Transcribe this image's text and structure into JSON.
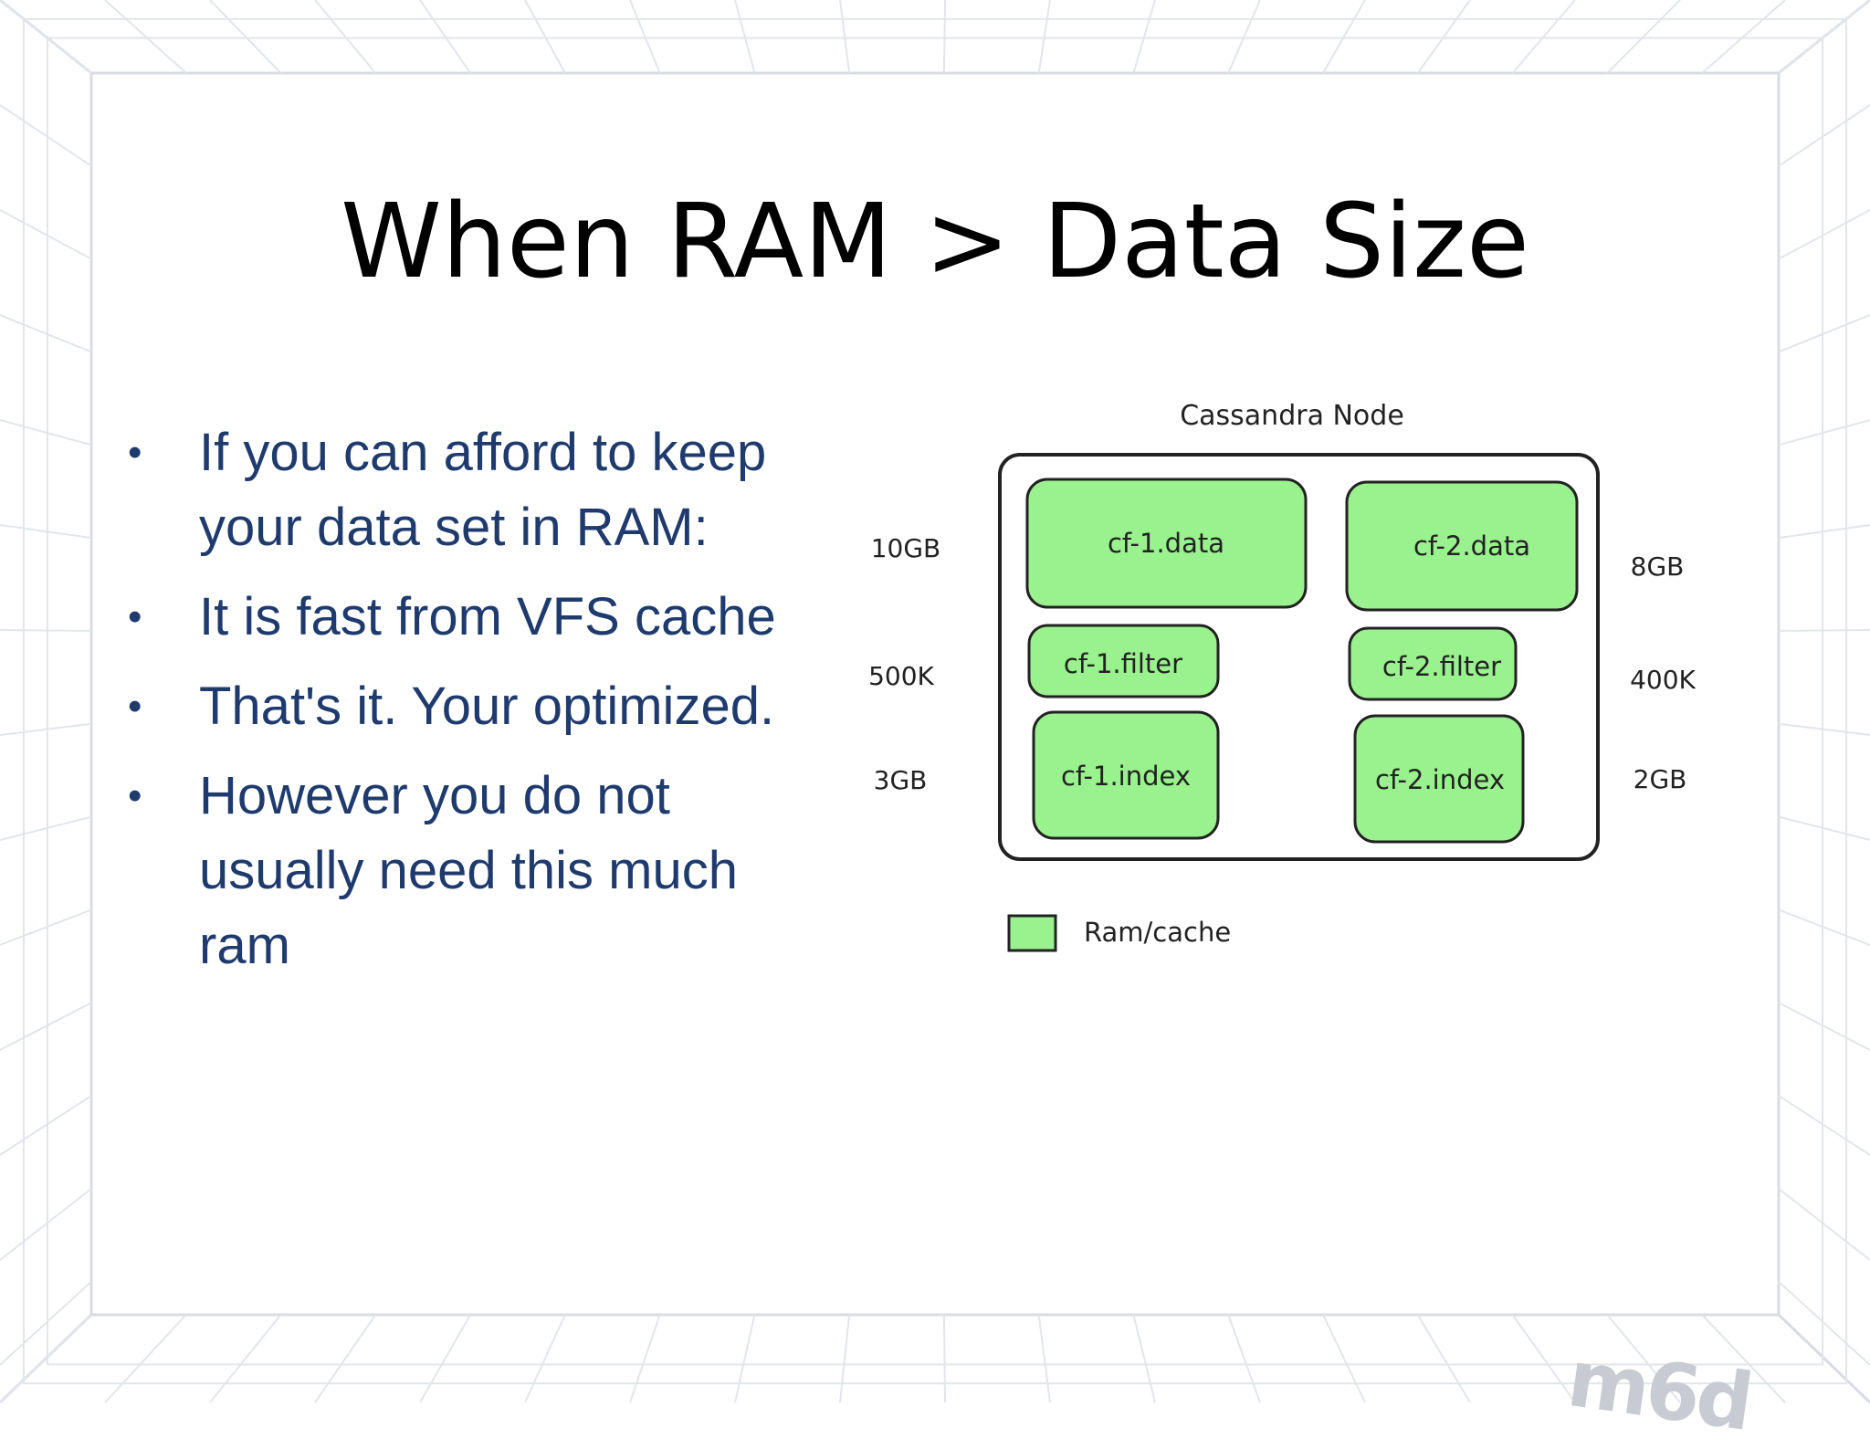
{
  "slide": {
    "title": "When RAM > Data Size",
    "bullets": [
      "If you can afford to keep your data set in RAM:",
      "It is fast from VFS cache",
      "That's it. Your optimized.",
      "However you do not usually need this much ram"
    ],
    "bullet_glyph": "•",
    "text_color": "#1f3b6e",
    "logo_text": "m6d"
  },
  "diagram": {
    "title": "Cassandra Node",
    "box_color": "#99f28e",
    "blocks": [
      {
        "label": "cf-1.data",
        "size": "10GB"
      },
      {
        "label": "cf-2.data",
        "size": "8GB"
      },
      {
        "label": "cf-1.filter",
        "size": "500K"
      },
      {
        "label": "cf-2.filter",
        "size": "400K"
      },
      {
        "label": "cf-1.index",
        "size": "3GB"
      },
      {
        "label": "cf-2.index",
        "size": "2GB"
      }
    ],
    "legend": {
      "label": "Ram/cache"
    }
  }
}
